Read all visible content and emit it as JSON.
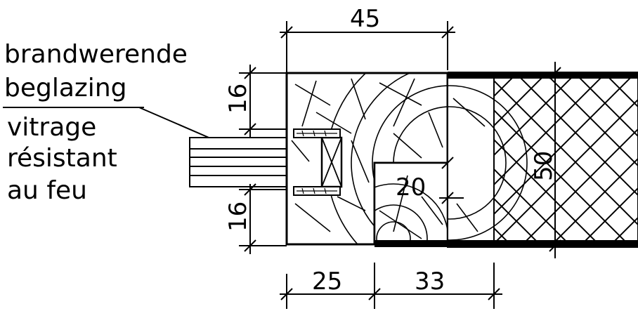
{
  "labels": {
    "dutch_line1": "brandwerende",
    "dutch_line2": "beglazing",
    "french_line1": "vitrage",
    "french_line2": "résistant",
    "french_line3": "au feu"
  },
  "dimensions": {
    "top_width": "45",
    "upper_height": "16",
    "lower_height": "16",
    "rebate": "20",
    "panel_thickness": "50",
    "bottom_left": "25",
    "bottom_right": "33"
  }
}
